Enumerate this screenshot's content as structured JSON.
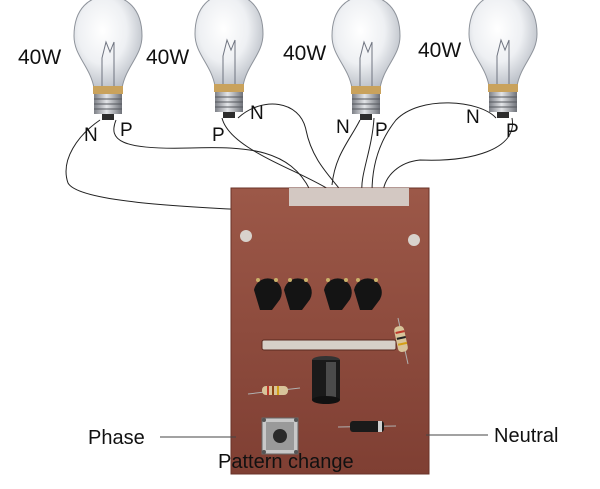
{
  "bulbs": [
    {
      "wattage": "40W",
      "left_terminal": "N",
      "right_terminal": "P"
    },
    {
      "wattage": "40W",
      "left_terminal": "P",
      "right_terminal": "N"
    },
    {
      "wattage": "40W",
      "left_terminal": "N",
      "right_terminal": "P"
    },
    {
      "wattage": "40W",
      "left_terminal": "N",
      "right_terminal": "P"
    }
  ],
  "board_labels": {
    "phase": "Phase",
    "neutral": "Neutral",
    "switch": "Pattern change"
  },
  "colors": {
    "board": "#8e4a3d",
    "board_edge": "#6a3328",
    "wire": "#222222",
    "bulb_cap": "#b8bcc2"
  }
}
